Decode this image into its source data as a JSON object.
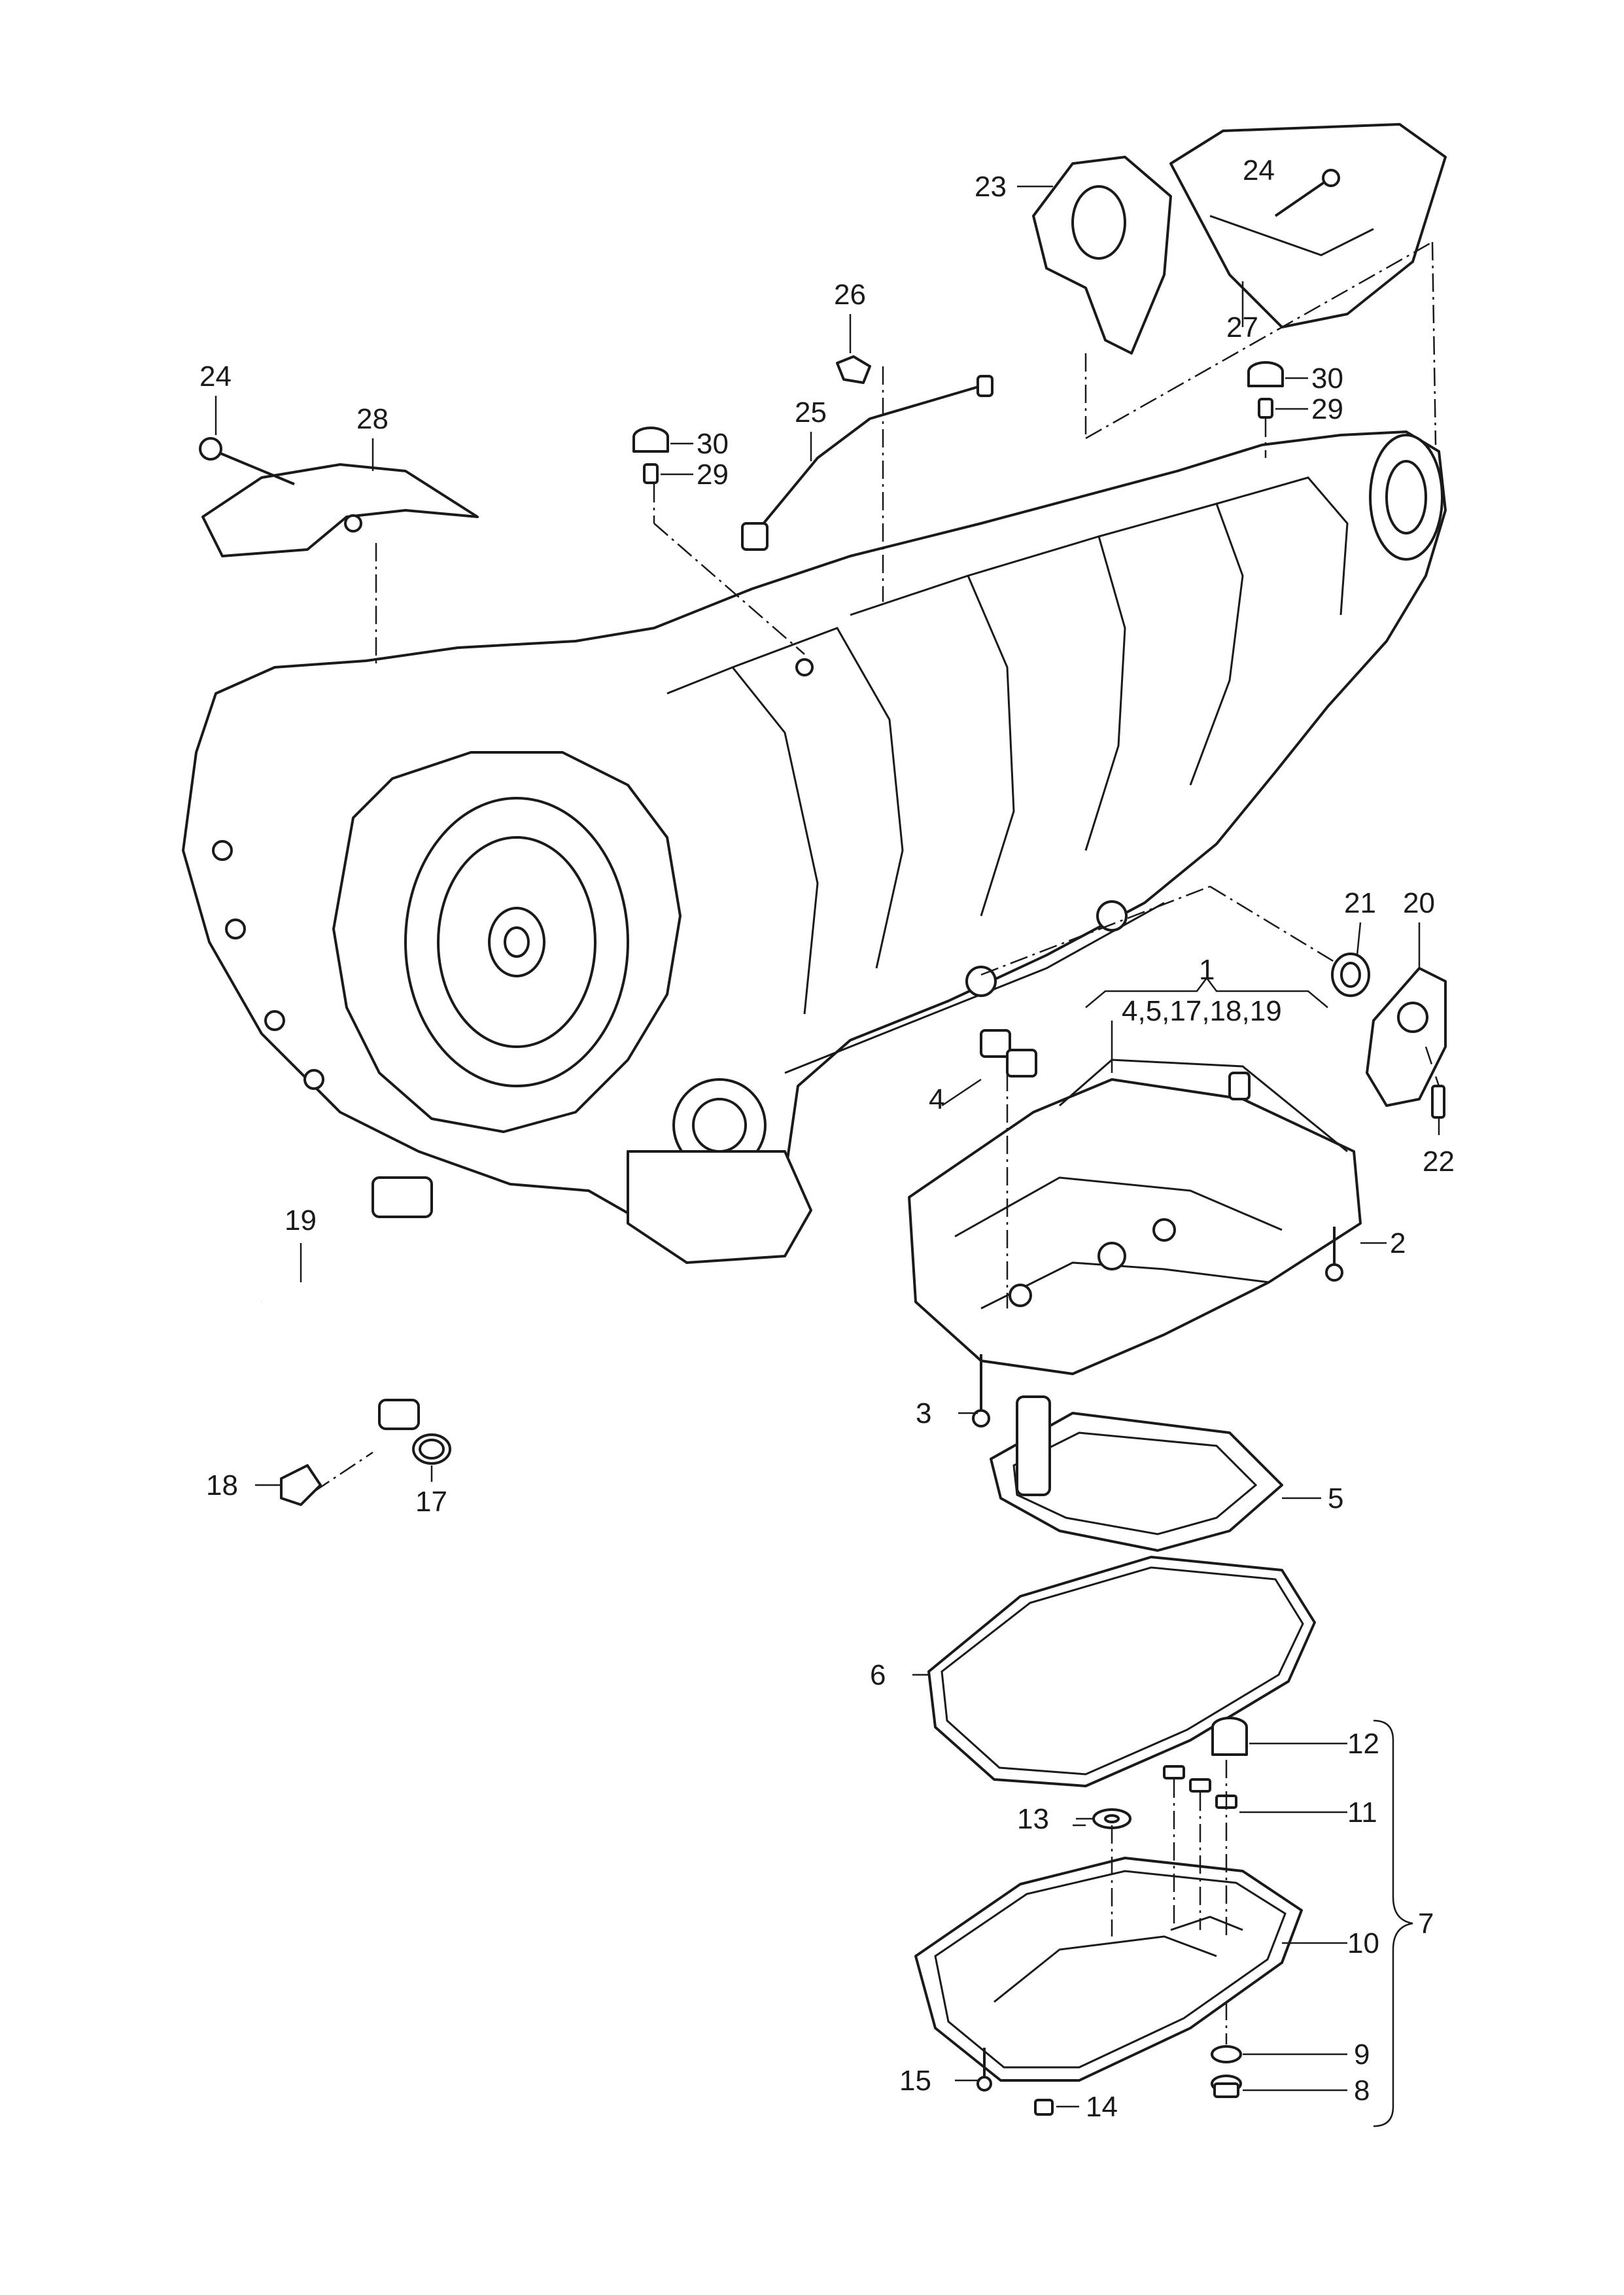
{
  "callouts": {
    "c1": "1",
    "c1_group": "4,5,17,18,19",
    "c2": "2",
    "c3": "3",
    "c4": "4",
    "c5": "5",
    "c6": "6",
    "c7": "7",
    "c8": "8",
    "c9": "9",
    "c10": "10",
    "c11": "11",
    "c12": "12",
    "c13": "13",
    "c14": "14",
    "c15": "15",
    "c17": "17",
    "c18": "18",
    "c19": "19",
    "c20": "20",
    "c21": "21",
    "c22": "22",
    "c23": "23",
    "c24_left": "24",
    "c24_right": "24",
    "c25": "25",
    "c26": "26",
    "c27": "27",
    "c28": "28",
    "c29_left": "29",
    "c29_right": "29",
    "c30_left": "30",
    "c30_right": "30"
  }
}
